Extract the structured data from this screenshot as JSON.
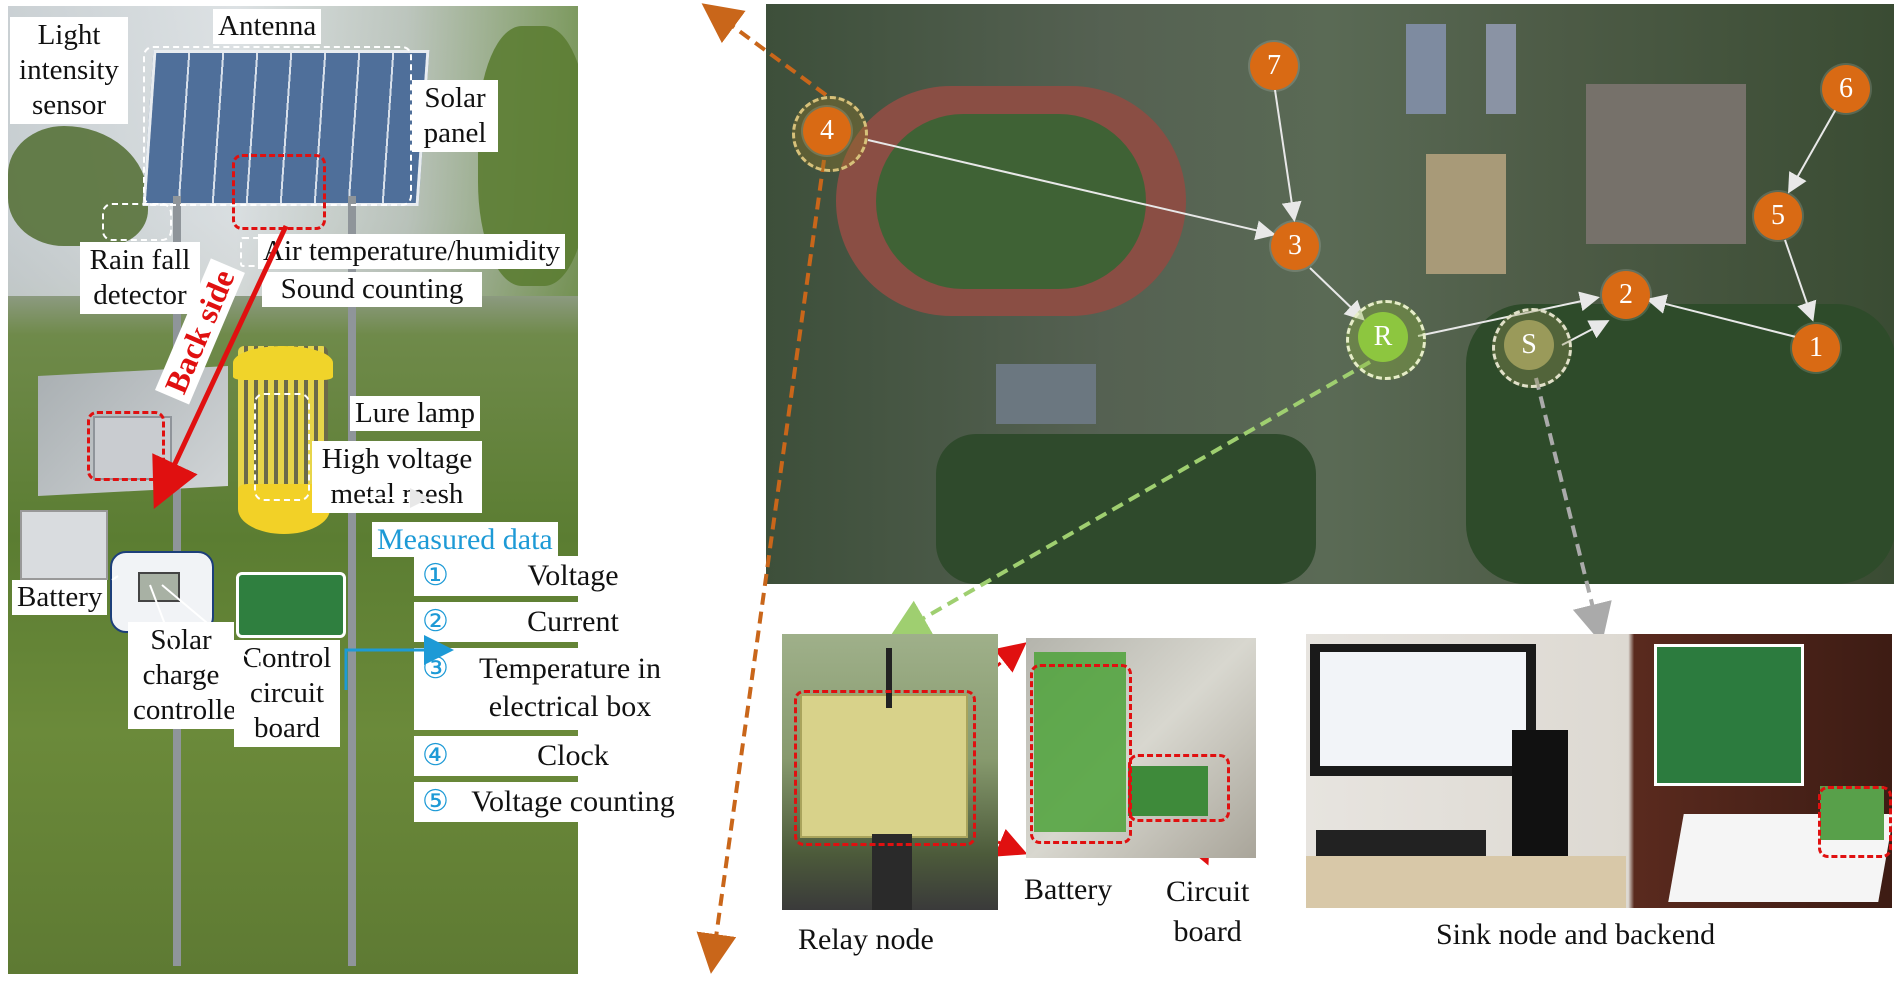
{
  "left_panel": {
    "labels": {
      "antenna": "Antenna",
      "light_sensor": [
        "Light",
        "intensity",
        "sensor"
      ],
      "solar_panel": [
        "Solar",
        "panel"
      ],
      "rain_fall": [
        "Rain fall",
        "detector"
      ],
      "air_temp": "Air temperature/humidity",
      "sound": "Sound counting",
      "back_side": "Back side",
      "lure_lamp": "Lure lamp",
      "hv_mesh": [
        "High voltage",
        "metal mesh"
      ],
      "measured_data": "Measured data",
      "battery": "Battery",
      "solar_charge": [
        "Solar",
        "charge",
        "controller"
      ],
      "control_board": [
        "Control",
        "circuit",
        "board"
      ]
    },
    "measured_items": [
      {
        "num": "①",
        "text": "Voltage"
      },
      {
        "num": "②",
        "text": "Current"
      },
      {
        "num": "③",
        "text": "Temperature in electrical box"
      },
      {
        "num": "④",
        "text": "Clock"
      },
      {
        "num": "⑤",
        "text": "Voltage counting"
      }
    ]
  },
  "map": {
    "nodes": [
      "4",
      "7",
      "3",
      "R",
      "S",
      "2",
      "6",
      "5",
      "1"
    ]
  },
  "bottom": {
    "relay_caption": "Relay node",
    "battery": "Battery",
    "circuit_board": [
      "Circuit",
      "board"
    ],
    "sink_caption": "Sink node and backend"
  },
  "colors": {
    "node_orange": "#d96a14",
    "relay_green": "#8dc63f",
    "sink_olive": "#9a9a5a",
    "measured_blue": "#1d9ad6",
    "highlight_red": "#e01010",
    "connector_orange": "#c9661a"
  }
}
